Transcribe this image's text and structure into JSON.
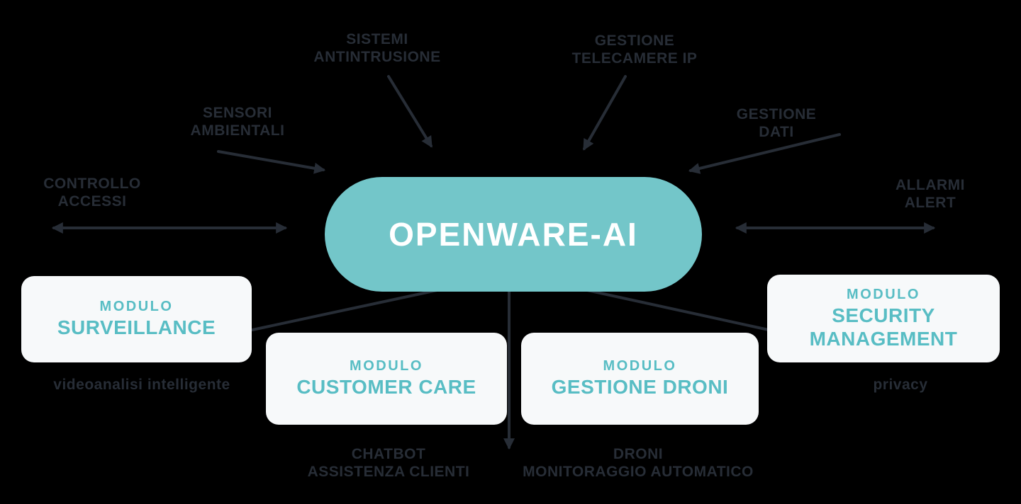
{
  "colors": {
    "background": "#000000",
    "pill": "#73c6c9",
    "pill_text": "#ffffff",
    "card_background": "#f7f9fa",
    "module_text": "#58bdc4",
    "dark_text": "#272d36"
  },
  "center_pill": {
    "title": "OPENWARE-AI"
  },
  "peripheral_labels": {
    "far_left": {
      "line1": "CONTROLLO",
      "line2": "ACCESSI"
    },
    "left": {
      "line1": "SENSORI",
      "line2": "AMBIENTALI"
    },
    "top_left": {
      "line1": "SISTEMI",
      "line2": "ANTINTRUSIONE"
    },
    "top_right": {
      "line1": "GESTIONE",
      "line2": "TELECAMERE IP"
    },
    "right": {
      "line1": "GESTIONE",
      "line2": "DATI"
    },
    "far_right": {
      "line1": "ALLARMI",
      "line2": "ALERT"
    }
  },
  "modules": [
    {
      "kicker": "MODULO",
      "name": "SURVEILLANCE"
    },
    {
      "kicker": "MODULO",
      "name": "CUSTOMER CARE"
    },
    {
      "kicker": "MODULO",
      "name": "GESTIONE DRONI"
    },
    {
      "kicker": "MODULO",
      "name": "SECURITY MANAGEMENT"
    }
  ],
  "module_sublabels": {
    "surveillance": "videoanalisi intelligente",
    "customer_care": {
      "line1": "CHATBOT",
      "line2": "ASSISTENZA CLIENTI"
    },
    "gestione_droni": {
      "line1": "DRONI",
      "line2": "MONITORAGGIO AUTOMATICO"
    },
    "security_management": "privacy"
  }
}
